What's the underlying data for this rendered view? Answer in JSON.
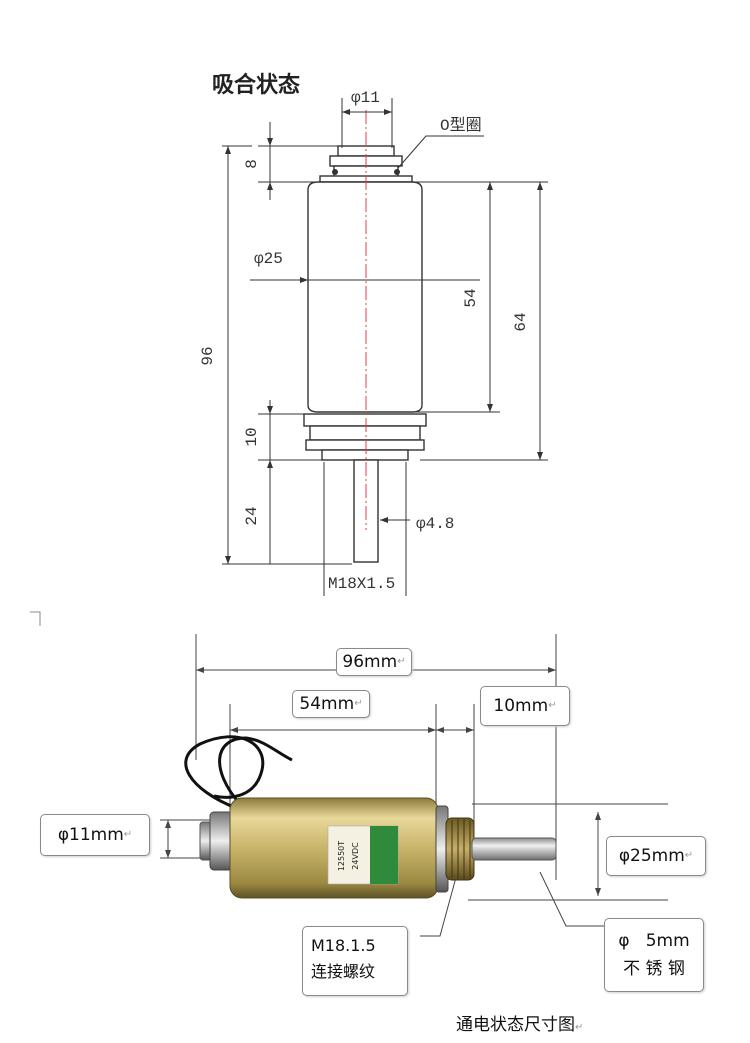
{
  "top": {
    "title": "吸合状态",
    "oring": "O型圈",
    "d11": "φ11",
    "d25": "φ25",
    "dim8": "8",
    "dim96": "96",
    "dim54": "54",
    "dim64": "64",
    "dim10": "10",
    "dim24": "24",
    "d48": "φ4.8",
    "thread": "M18X1.5"
  },
  "bottom": {
    "len96": "96mm",
    "len54": "54mm",
    "len10": "10mm",
    "d11": "φ11mm",
    "d25": "φ25mm",
    "thread_line1": "M18.1.5",
    "thread_line2": "连接螺纹",
    "rod_line1": "φ   5mm",
    "rod_line2": "不 锈 钢",
    "body_label": "12550T",
    "voltage": "24VDC",
    "caption": "通电状态尺寸图"
  },
  "colors": {
    "centerline": "#e04040",
    "body": "#c9b46a",
    "label_green": "#2f8a3c"
  }
}
